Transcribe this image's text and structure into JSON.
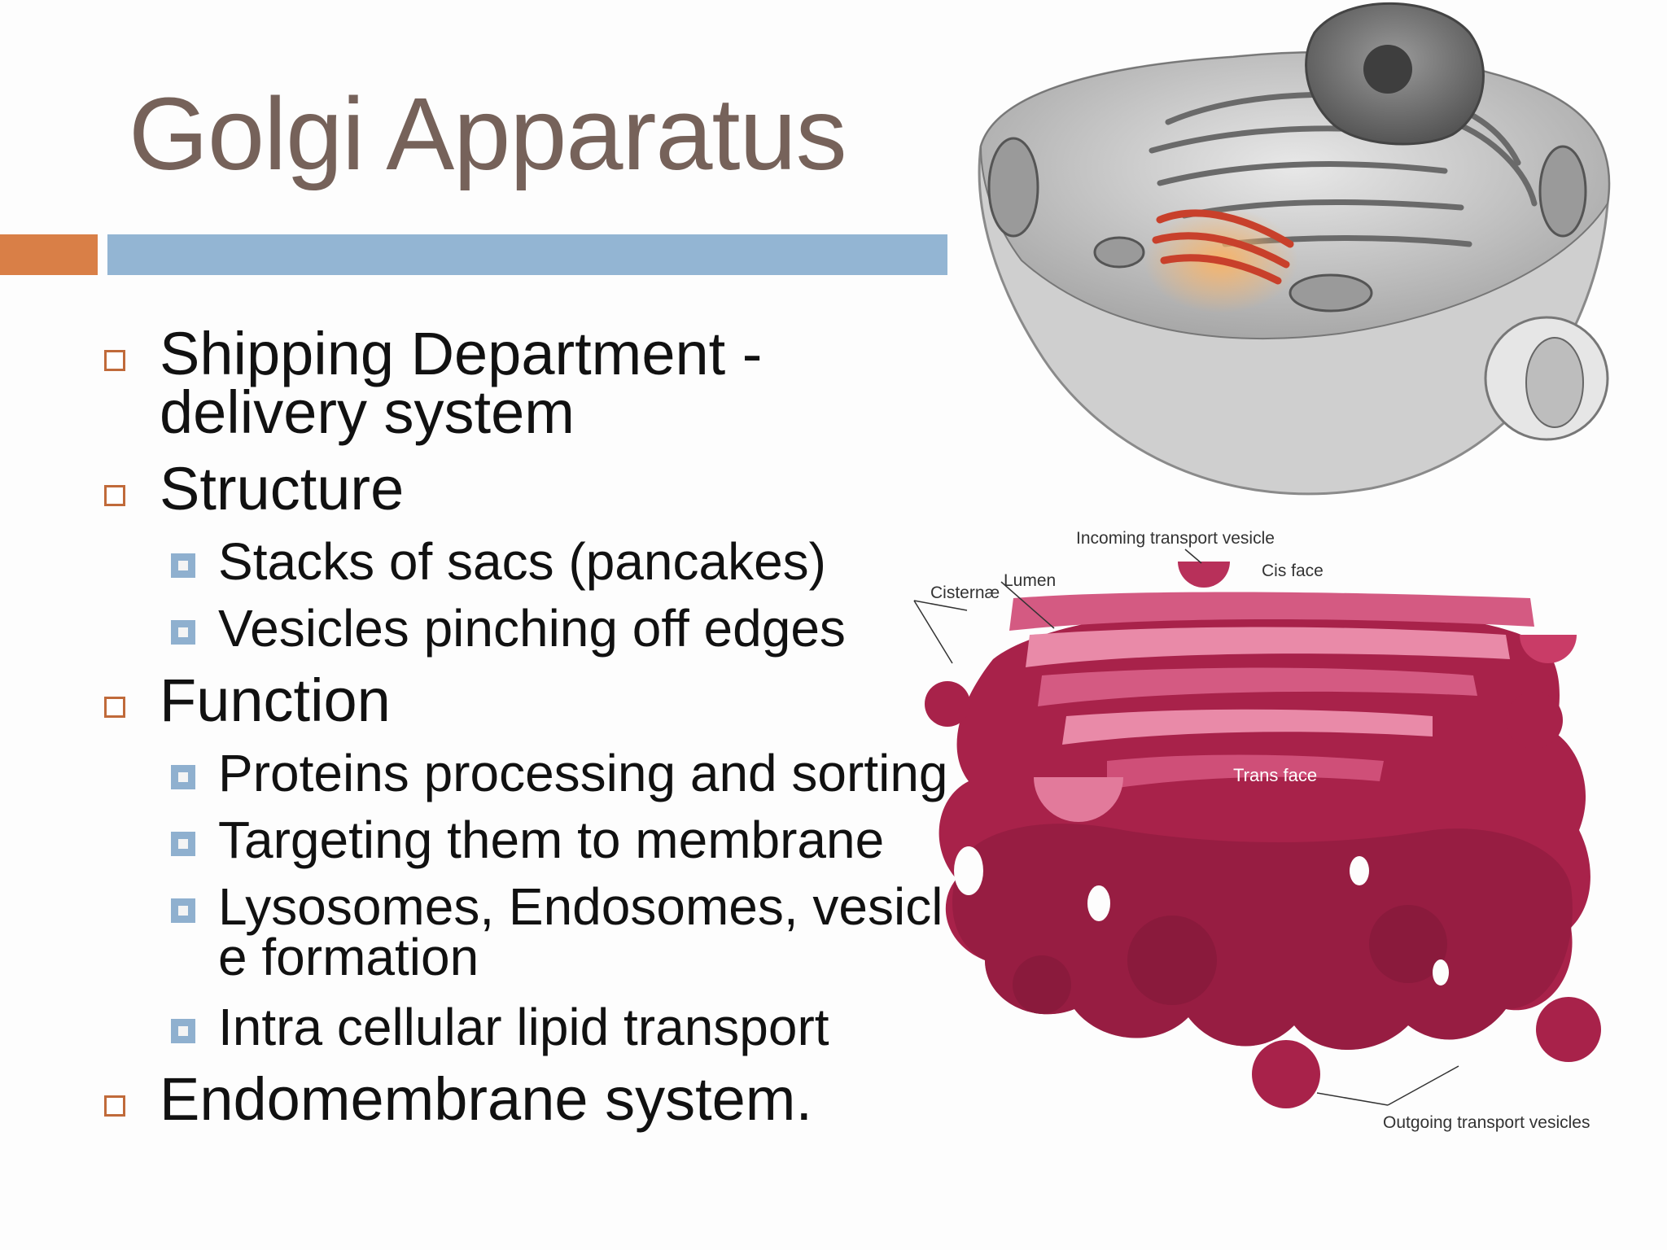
{
  "slide": {
    "title": "Golgi Apparatus",
    "accent_colors": {
      "orange": "#d97f47",
      "blue": "#93b5d3",
      "title": "#76625a",
      "golgi": "#b03a5e"
    },
    "bullets": [
      {
        "level": 1,
        "lines": [
          "Shipping Department -",
          "delivery system"
        ]
      },
      {
        "level": 1,
        "lines": [
          "Structure"
        ]
      },
      {
        "level": 2,
        "lines": [
          "Stacks of sacs (pancakes)"
        ]
      },
      {
        "level": 2,
        "lines": [
          "Vesicles pinching off edges"
        ]
      },
      {
        "level": 1,
        "lines": [
          "Function"
        ]
      },
      {
        "level": 2,
        "lines": [
          "Proteins processing and sorting"
        ]
      },
      {
        "level": 2,
        "lines": [
          "Targeting them to membrane"
        ]
      },
      {
        "level": 2,
        "lines": [
          "Lysosomes, Endosomes, vesicl",
          "e formation"
        ]
      },
      {
        "level": 2,
        "lines": [
          "Intra cellular lipid transport"
        ]
      },
      {
        "level": 1,
        "lines": [
          "Endomembrane system."
        ]
      }
    ]
  },
  "diagram": {
    "labels": {
      "incoming": "Incoming transport vesicle",
      "cis_face": "Cis face",
      "lumen": "Lumen",
      "cisternae": "Cisternæ",
      "trans_face": "Trans face",
      "outgoing": "Outgoing transport vesicles"
    }
  }
}
